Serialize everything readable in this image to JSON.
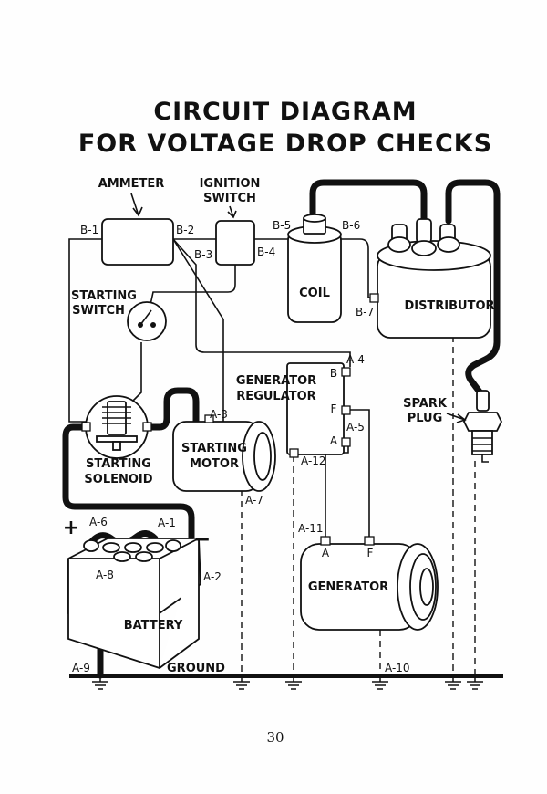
{
  "title": {
    "line1": "CIRCUIT DIAGRAM",
    "line2": "FOR VOLTAGE DROP CHECKS"
  },
  "components": {
    "ammeter": "AMMETER",
    "ignition_switch_1": "IGNITION",
    "ignition_switch_2": "SWITCH",
    "coil": "COIL",
    "distributor": "DISTRIBUTOR",
    "starting_switch_1": "STARTING",
    "starting_switch_2": "SWITCH",
    "generator_regulator_1": "GENERATOR",
    "generator_regulator_2": "REGULATOR",
    "spark_plug_1": "SPARK",
    "spark_plug_2": "PLUG",
    "starting_solenoid_1": "STARTING",
    "starting_solenoid_2": "SOLENOID",
    "starting_motor_1": "STARTING",
    "starting_motor_2": "MOTOR",
    "generator": "GENERATOR",
    "battery": "BATTERY",
    "ground": "GROUND"
  },
  "test_points": {
    "b1": "B-1",
    "b2": "B-2",
    "b3": "B-3",
    "b4": "B-4",
    "b5": "B-5",
    "b6": "B-6",
    "b7": "B-7",
    "a1": "A-1",
    "a2": "A-2",
    "a3": "A-3",
    "a4": "A-4",
    "a5": "A-5",
    "a6": "A-6",
    "a7": "A-7",
    "a8": "A-8",
    "a9": "A-9",
    "a10": "A-10",
    "a11": "A-11",
    "a12": "A-12"
  },
  "terminals": {
    "reg_b": "B",
    "reg_f": "F",
    "reg_a": "A",
    "gen_a": "A",
    "gen_f": "F"
  },
  "polarity": {
    "positive": "+",
    "negative": "−"
  },
  "page_number": "30"
}
